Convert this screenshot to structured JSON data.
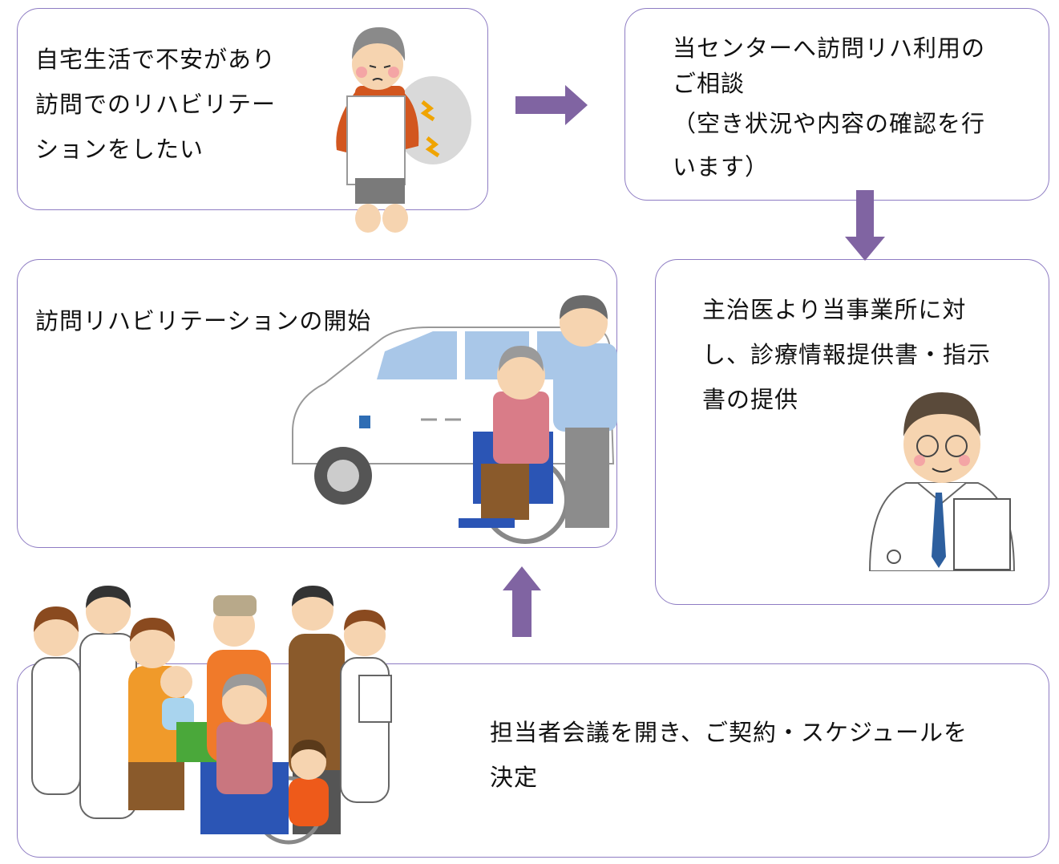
{
  "colors": {
    "border": "#8e7cc3",
    "arrow": "#8064a2",
    "text": "#111111"
  },
  "steps": [
    {
      "id": "step1",
      "lines": [
        "自宅生活で不安があり",
        "訪問でのリハビリテー",
        "ションをしたい"
      ]
    },
    {
      "id": "step2",
      "lines": [
        "当センターへ訪問リハ利用の",
        "ご相談",
        "（空き状況や内容の確認を行",
        "います）"
      ]
    },
    {
      "id": "step3",
      "lines": [
        "主治医より当事業所に対",
        "し、診療情報提供書・指示",
        "書の提供"
      ]
    },
    {
      "id": "step4",
      "lines": [
        "担当者会議を開き、ご契約・スケジュールを",
        "決定"
      ]
    },
    {
      "id": "step5",
      "lines": [
        "訪問リハビリテーションの開始"
      ]
    }
  ],
  "icons": {
    "arrow_right": "arrow-right-icon",
    "arrow_down": "arrow-down-icon",
    "arrow_up": "arrow-up-icon",
    "elderly_woman": "elderly-woman-back-pain-icon",
    "doctor": "doctor-with-document-icon",
    "van_wheelchair": "welfare-van-wheelchair-icon",
    "care_team": "care-team-family-icon"
  }
}
